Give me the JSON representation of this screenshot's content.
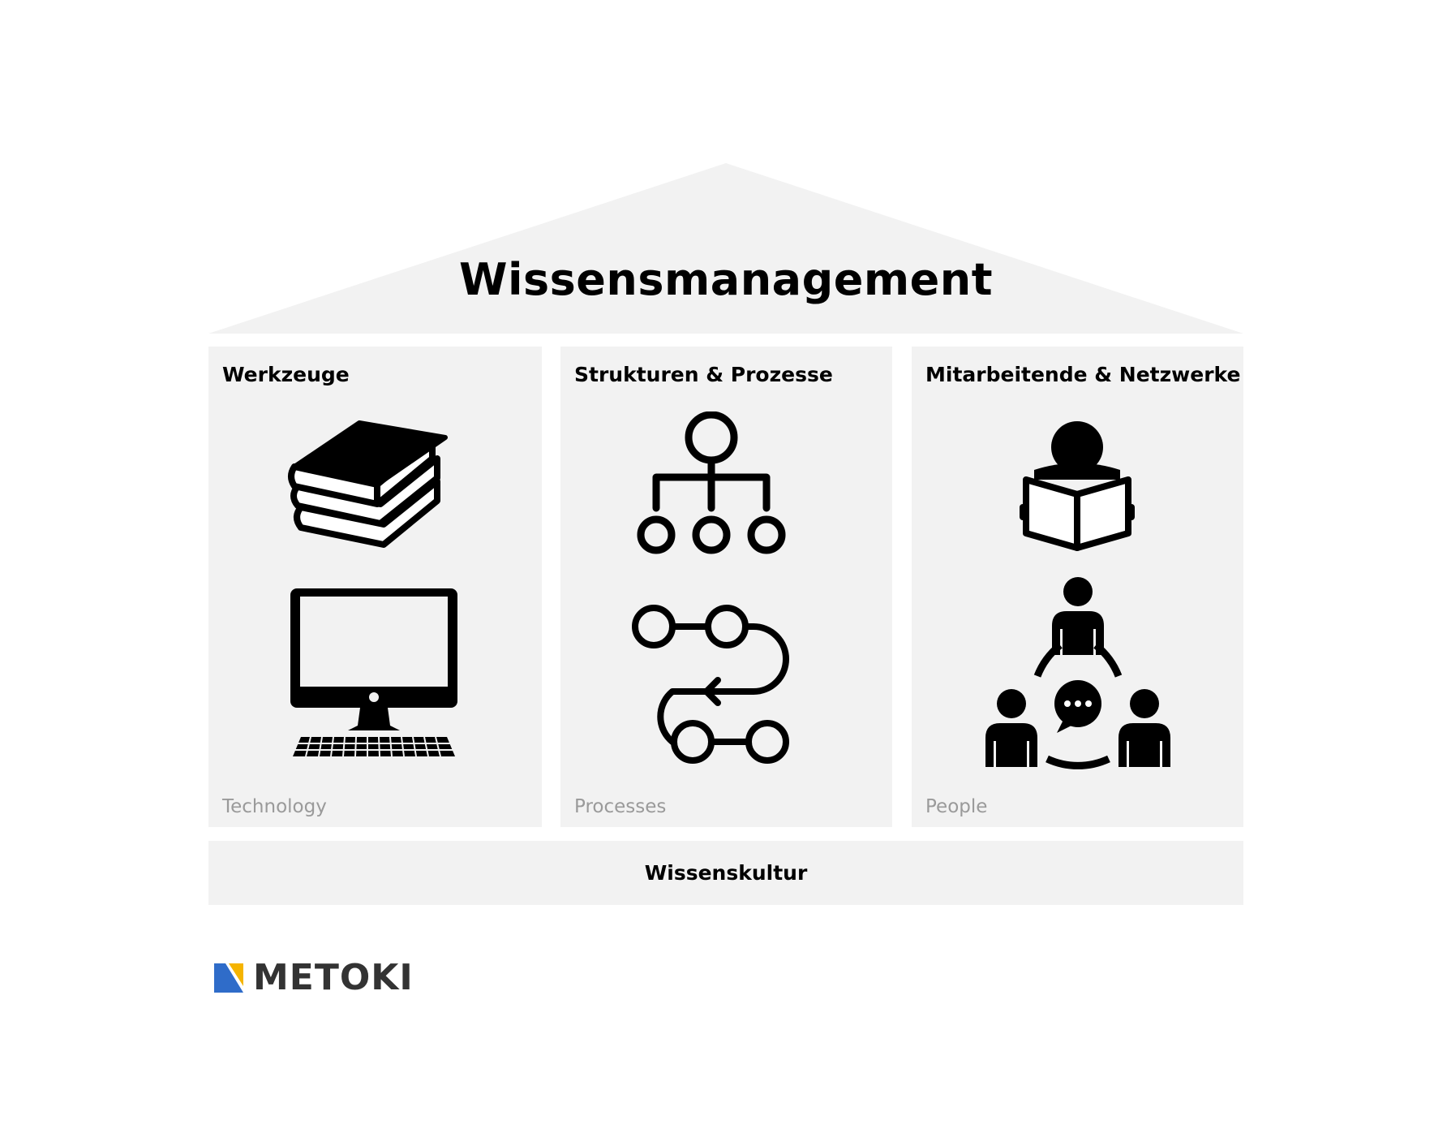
{
  "title": "Wissensmanagement",
  "pillars": [
    {
      "heading": "Werkzeuge",
      "sub": "Technology",
      "icons": [
        "books-icon",
        "computer-icon"
      ]
    },
    {
      "heading": "Strukturen & Prozesse",
      "sub": "Processes",
      "icons": [
        "org-chart-icon",
        "process-flow-icon"
      ]
    },
    {
      "heading": "Mitarbeitende & Netzwerke",
      "sub": "People",
      "icons": [
        "reading-person-icon",
        "people-network-icon"
      ]
    }
  ],
  "foundation": "Wissenskultur",
  "logo": {
    "text": "METOKI",
    "colors": {
      "blue": "#2f6cc9",
      "yellow": "#f5b400"
    }
  },
  "colors": {
    "panel": "#f2f2f2",
    "subtext": "#9a9a9a",
    "icon": "#000000"
  }
}
